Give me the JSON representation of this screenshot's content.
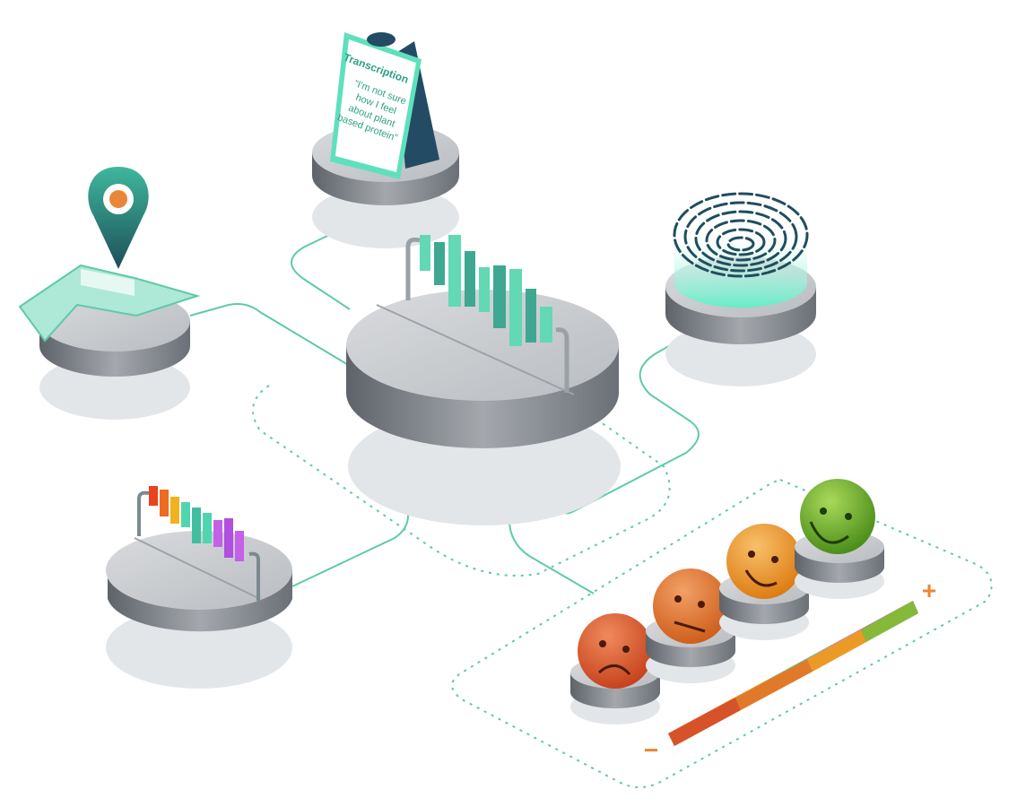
{
  "transcription": {
    "title": "Transcription",
    "lines": [
      "“I'm not sure",
      "how I feel",
      "about plant",
      "based protein”"
    ]
  },
  "sentiment_scale": {
    "minus_label": "−",
    "plus_label": "+"
  },
  "colors": {
    "teal": "#3fbf9f",
    "teal_dark": "#1f6f66",
    "orange": "#e8873a",
    "red_face": "#d6532a",
    "orange_face": "#e07a2a",
    "gold_face": "#ec9a26",
    "green_face": "#6aa626",
    "platform_top": "#c9ccd0",
    "platform_side": "#8b9096",
    "shadow": "#e3e6e9"
  },
  "icons": [
    "map-location-icon",
    "clipboard-transcription-icon",
    "fingerprint-icon",
    "sound-wave-icon",
    "color-sound-wave-icon",
    "sentiment-faces-icon"
  ]
}
